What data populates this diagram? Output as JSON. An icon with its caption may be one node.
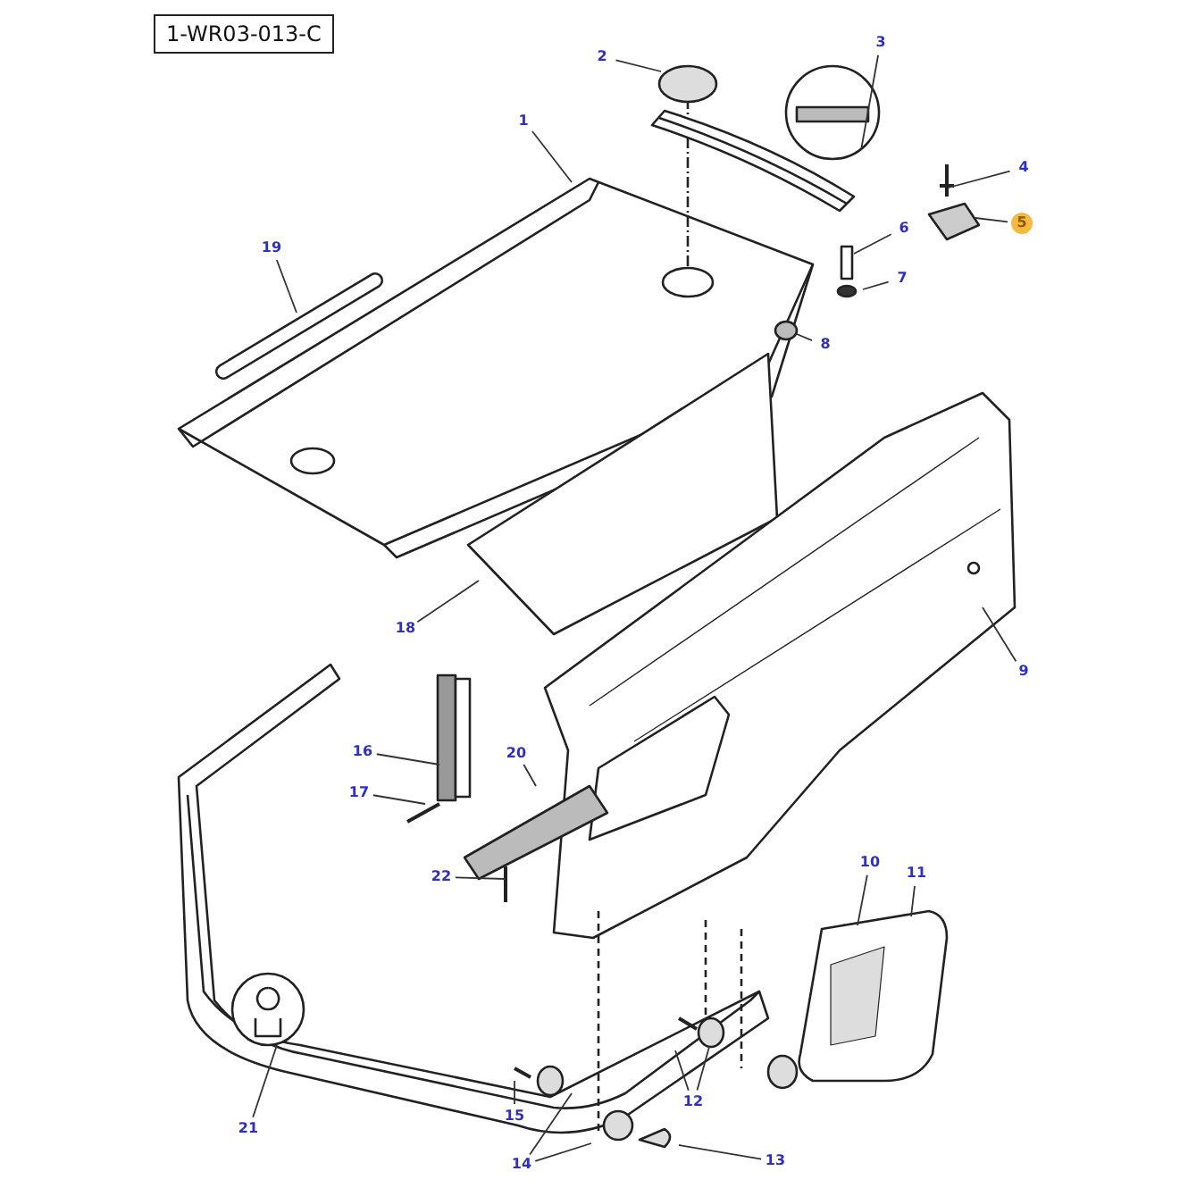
{
  "diagram": {
    "nodes": [
      {
        "text": [
          "1"
        ]
      },
      {
        "text": [
          "2"
        ]
      },
      {
        "text": [
          "3"
        ]
      },
      {
        "text": [
          "4"
        ]
      },
      {
        "text": [
          "5"
        ]
      },
      {
        "text": [
          "6"
        ]
      },
      {
        "text": [
          "7"
        ]
      },
      {
        "text": [
          "8"
        ]
      },
      {
        "text": [
          "9"
        ]
      },
      {
        "text": [
          "10"
        ]
      },
      {
        "text": [
          "11"
        ]
      },
      {
        "text": [
          "12"
        ]
      },
      {
        "text": [
          "13"
        ]
      },
      {
        "text": [
          "14"
        ]
      },
      {
        "text": [
          "15"
        ]
      },
      {
        "text": [
          "16"
        ]
      },
      {
        "text": [
          "17"
        ]
      },
      {
        "text": [
          "18"
        ]
      },
      {
        "text": [
          "19"
        ]
      },
      {
        "text": [
          "20"
        ]
      },
      {
        "text": [
          "21"
        ]
      },
      {
        "text": [
          "22"
        ]
      }
    ],
    "edges": [
      {
        "from": 0,
        "to": null,
        "arrow": "none"
      },
      {
        "from": 1,
        "to": null,
        "arrow": "none"
      },
      {
        "from": 2,
        "to": null,
        "arrow": "none"
      },
      {
        "from": 3,
        "to": null,
        "arrow": "none"
      },
      {
        "from": 4,
        "to": null,
        "arrow": "none"
      },
      {
        "from": 5,
        "to": null,
        "arrow": "none"
      },
      {
        "from": 6,
        "to": null,
        "arrow": "none"
      },
      {
        "from": 7,
        "to": null,
        "arrow": "none"
      },
      {
        "from": 8,
        "to": null,
        "arrow": "none"
      },
      {
        "from": 9,
        "to": null,
        "arrow": "none"
      },
      {
        "from": 10,
        "to": null,
        "arrow": "none"
      },
      {
        "from": 11,
        "to": null,
        "arrow": "none"
      },
      {
        "from": 11,
        "to": null,
        "arrow": "none"
      },
      {
        "from": 12,
        "to": null,
        "arrow": "none"
      },
      {
        "from": 13,
        "to": null,
        "arrow": "none"
      },
      {
        "from": 13,
        "to": null,
        "arrow": "none"
      },
      {
        "from": 14,
        "to": null,
        "arrow": "none"
      },
      {
        "from": 15,
        "to": null,
        "arrow": "none"
      },
      {
        "from": 16,
        "to": null,
        "arrow": "none"
      },
      {
        "from": 17,
        "to": null,
        "arrow": "none"
      },
      {
        "from": 18,
        "to": null,
        "arrow": "none"
      },
      {
        "from": 19,
        "to": null,
        "arrow": "none"
      },
      {
        "from": 20,
        "to": null,
        "arrow": "none"
      },
      {
        "from": 21,
        "to": null,
        "arrow": "none"
      }
    ],
    "labels": [
      "1-WR03-013-C"
    ]
  }
}
